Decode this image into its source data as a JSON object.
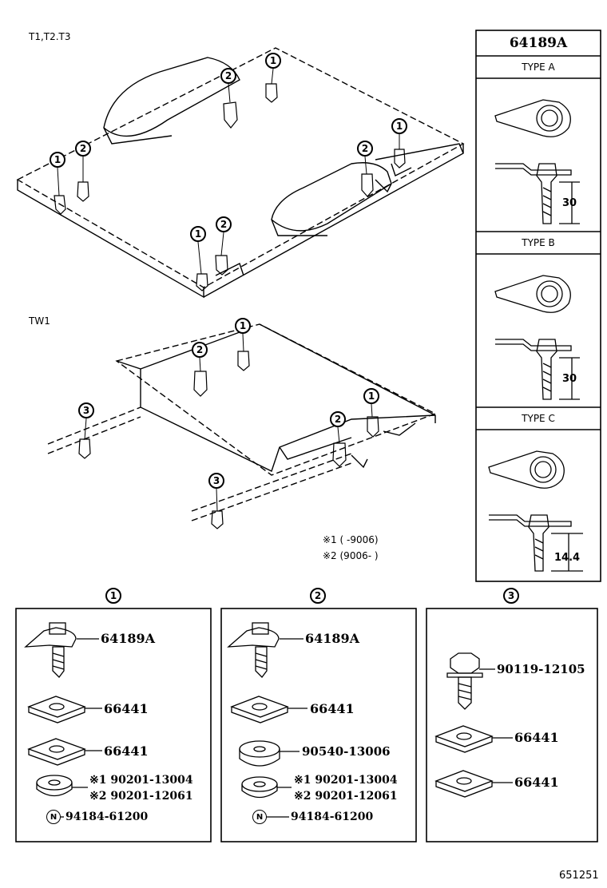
{
  "top_views": {
    "view1_label": "T1,T2.T3",
    "view2_label": "TW1",
    "callouts": [
      "1",
      "2",
      "3"
    ]
  },
  "notes": {
    "note1": "※1 (      -9006)",
    "note2": "※2 (9006-      )"
  },
  "type_panel": {
    "part_number": "64189A",
    "type_a": {
      "label": "TYPE A",
      "dimension": "30"
    },
    "type_b": {
      "label": "TYPE B",
      "dimension": "30"
    },
    "type_c": {
      "label": "TYPE C",
      "dimension": "14.4"
    }
  },
  "groups": [
    {
      "number": "1",
      "parts": [
        "64189A",
        "66441",
        "66441"
      ],
      "washer_note_1": "※1 90201-13004",
      "washer_note_2": "※2 90201-12061",
      "nut_mark": "N",
      "nut_part": "94184-61200"
    },
    {
      "number": "2",
      "parts": [
        "64189A",
        "66441",
        "90540-13006"
      ],
      "washer_note_1": "※1 90201-13004",
      "washer_note_2": "※2 90201-12061",
      "nut_mark": "N",
      "nut_part": "94184-61200"
    },
    {
      "number": "3",
      "parts": [
        "90119-12105",
        "66441",
        "66441"
      ]
    }
  ],
  "figure_number": "651251"
}
